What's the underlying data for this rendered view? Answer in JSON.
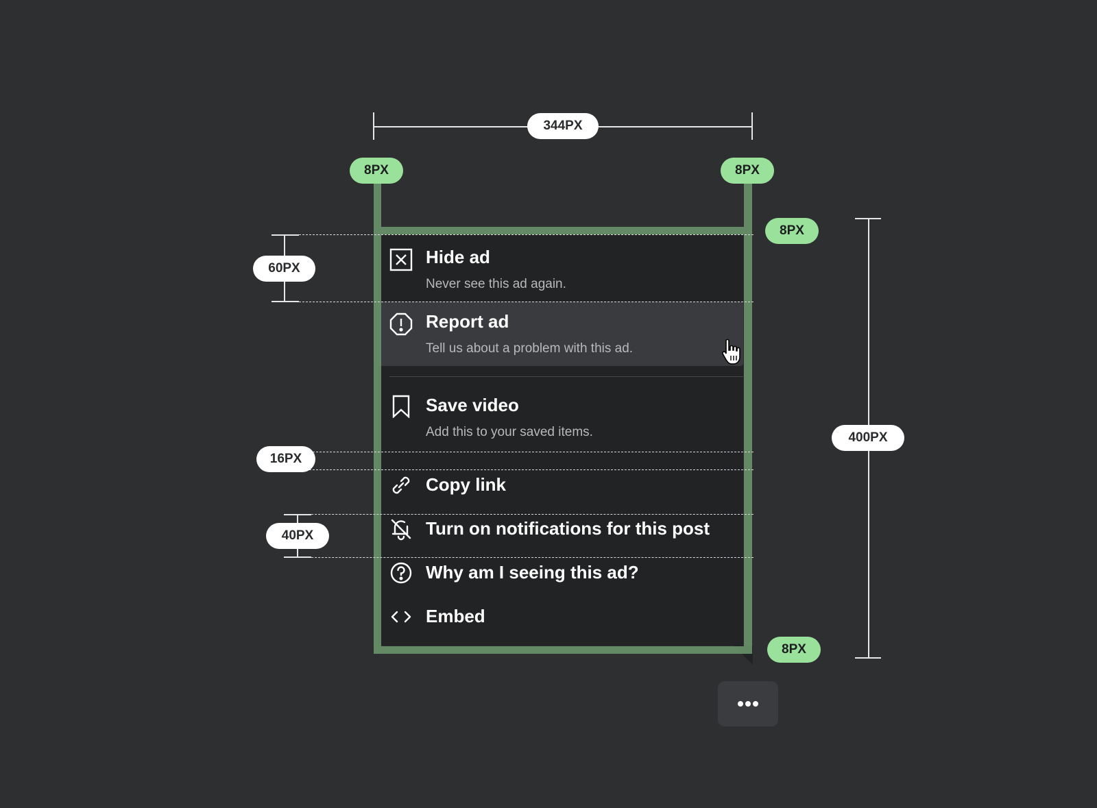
{
  "measurements": {
    "width_label": "344PX",
    "height_label": "400PX",
    "padding_left_label": "8PX",
    "padding_right_label": "8PX",
    "padding_top_label": "8PX",
    "padding_bottom_label": "8PX",
    "large_item_label": "60PX",
    "gap_label": "16PX",
    "small_item_label": "40PX"
  },
  "menu": {
    "items": [
      {
        "icon": "close-box-icon",
        "title": "Hide ad",
        "description": "Never see this ad again."
      },
      {
        "icon": "alert-octagon-icon",
        "title": "Report ad",
        "description": "Tell us about a problem with this ad.",
        "state": "hover"
      },
      {
        "icon": "bookmark-icon",
        "title": "Save video",
        "description": "Add this to your saved items."
      },
      {
        "icon": "link-icon",
        "title": "Copy link"
      },
      {
        "icon": "bell-off-icon",
        "title": "Turn on notifications for this post"
      },
      {
        "icon": "question-circle-icon",
        "title": "Why am I seeing this ad?"
      },
      {
        "icon": "code-icon",
        "title": "Embed"
      }
    ]
  },
  "trigger": {
    "icon": "more-horizontal-icon"
  },
  "colors": {
    "background": "#2e2f31",
    "menu_background": "#222325",
    "hover_background": "#3a3b3e",
    "spacing_overlay": "#6c9a6e",
    "spacing_badge": "#9ae29b",
    "measure_badge": "#ffffff"
  }
}
